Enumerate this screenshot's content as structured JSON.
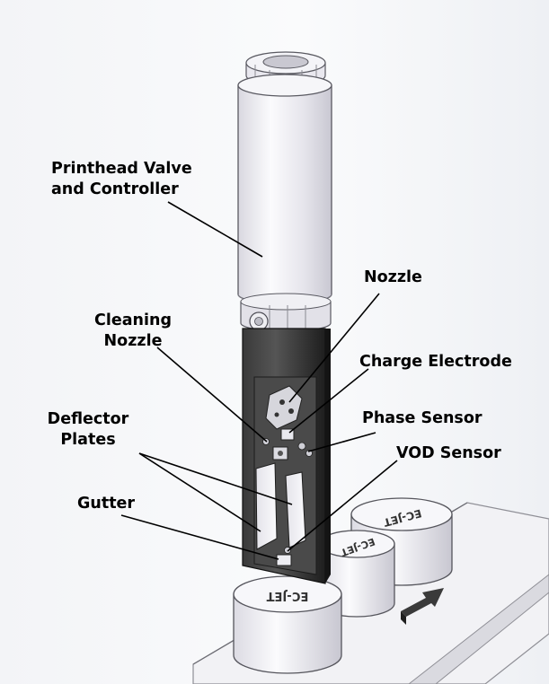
{
  "labels": {
    "printhead_line1": "Printhead Valve",
    "printhead_line2": "and Controller",
    "nozzle": "Nozzle",
    "cleaning_line1": "Cleaning",
    "cleaning_line2": "Nozzle",
    "charge_electrode": "Charge Electrode",
    "deflector_line1": "Deflector",
    "deflector_line2": "Plates",
    "phase_sensor": "Phase Sensor",
    "vod_sensor": "VOD Sensor",
    "gutter": "Gutter"
  },
  "product_marking": "EC-JET",
  "colors": {
    "housing_light": "#eeedf3",
    "housing_dark": "#2b2b2b",
    "leader_line": "#000000"
  }
}
